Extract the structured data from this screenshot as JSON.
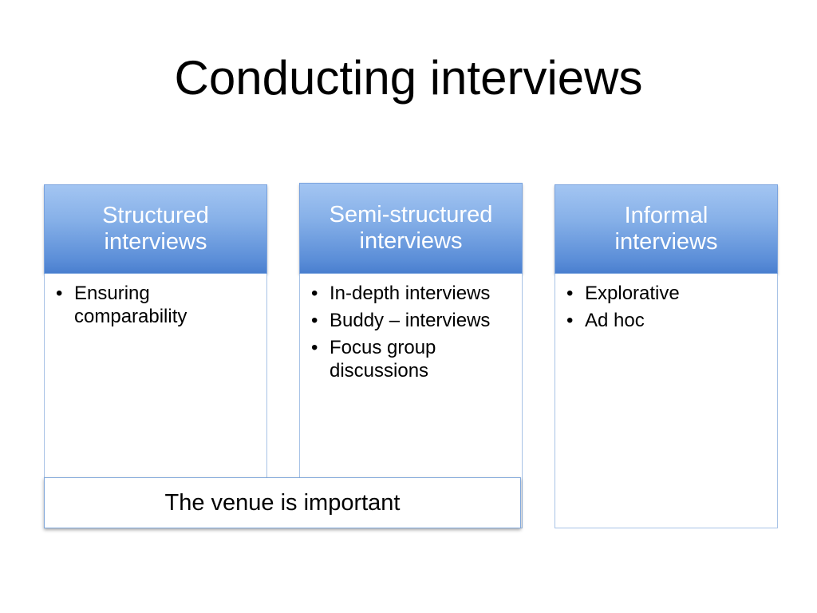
{
  "slide": {
    "title": "Conducting interviews"
  },
  "columns": [
    {
      "heading": "Structured\ninterviews",
      "items": [
        "Ensuring comparability"
      ]
    },
    {
      "heading": "Semi-structured\ninterviews",
      "items": [
        "In-depth interviews",
        "Buddy – interviews",
        "Focus group discussions"
      ]
    },
    {
      "heading": "Informal\ninterviews",
      "items": [
        "Explorative",
        "Ad hoc"
      ]
    }
  ],
  "callout": {
    "text": "The venue is important"
  },
  "bullet_glyph": "•",
  "colors": {
    "header_gradient_top": "#a3c5f2",
    "header_gradient_bottom": "#4a7fcf",
    "body_border": "#a8c3e6"
  }
}
